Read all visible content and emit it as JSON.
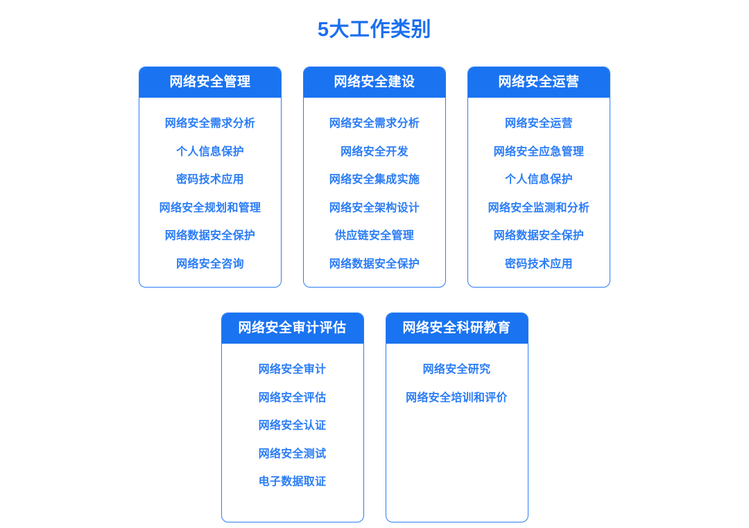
{
  "page": {
    "title": "5大工作类别",
    "background_color": "#ffffff",
    "accent_color": "#1a73f0",
    "item_text_color": "#2a7cf5",
    "header_text_color": "#ffffff"
  },
  "categories": [
    {
      "title": "网络安全管理",
      "items": [
        "网络安全需求分析",
        "个人信息保护",
        "密码技术应用",
        "网络安全规划和管理",
        "网络数据安全保护",
        "网络安全咨询"
      ]
    },
    {
      "title": "网络安全建设",
      "items": [
        "网络安全需求分析",
        "网络安全开发",
        "网络安全集成实施",
        "网络安全架构设计",
        "供应链安全管理",
        "网络数据安全保护"
      ]
    },
    {
      "title": "网络安全运营",
      "items": [
        "网络安全运营",
        "网络安全应急管理",
        "个人信息保护",
        "网络安全监测和分析",
        "网络数据安全保护",
        "密码技术应用"
      ]
    },
    {
      "title": "网络安全审计评估",
      "items": [
        "网络安全审计",
        "网络安全评估",
        "网络安全认证",
        "网络安全测试",
        "电子数据取证"
      ]
    },
    {
      "title": "网络安全科研教育",
      "items": [
        "网络安全研究",
        "网络安全培训和评价"
      ]
    }
  ]
}
